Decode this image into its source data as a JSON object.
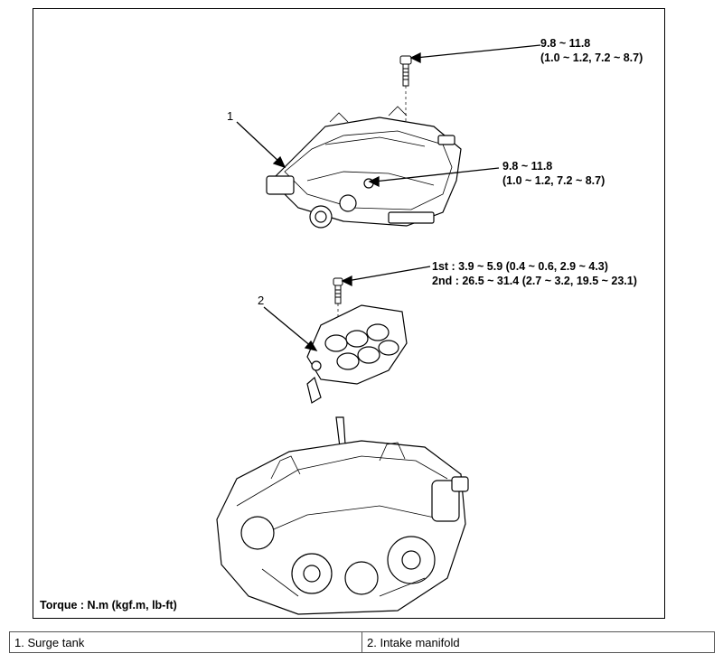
{
  "labels": {
    "bolt_top": [
      "9.8 ~ 11.8",
      "(1.0 ~ 1.2, 7.2 ~ 8.7)"
    ],
    "bolt_mid": [
      "9.8 ~ 11.8",
      "(1.0 ~ 1.2, 7.2 ~ 8.7)"
    ],
    "bolt_manifold": [
      "1st : 3.9 ~ 5.9 (0.4 ~ 0.6, 2.9 ~ 4.3)",
      "2nd : 26.5 ~ 31.4 (2.7 ~ 3.2, 19.5 ~ 23.1)"
    ]
  },
  "callouts": {
    "surge_tank": "1",
    "intake_manifold": "2"
  },
  "torque_note": "Torque : N.m (kgf.m, lb-ft)",
  "legend": [
    "1. Surge tank",
    "2. Intake manifold"
  ]
}
